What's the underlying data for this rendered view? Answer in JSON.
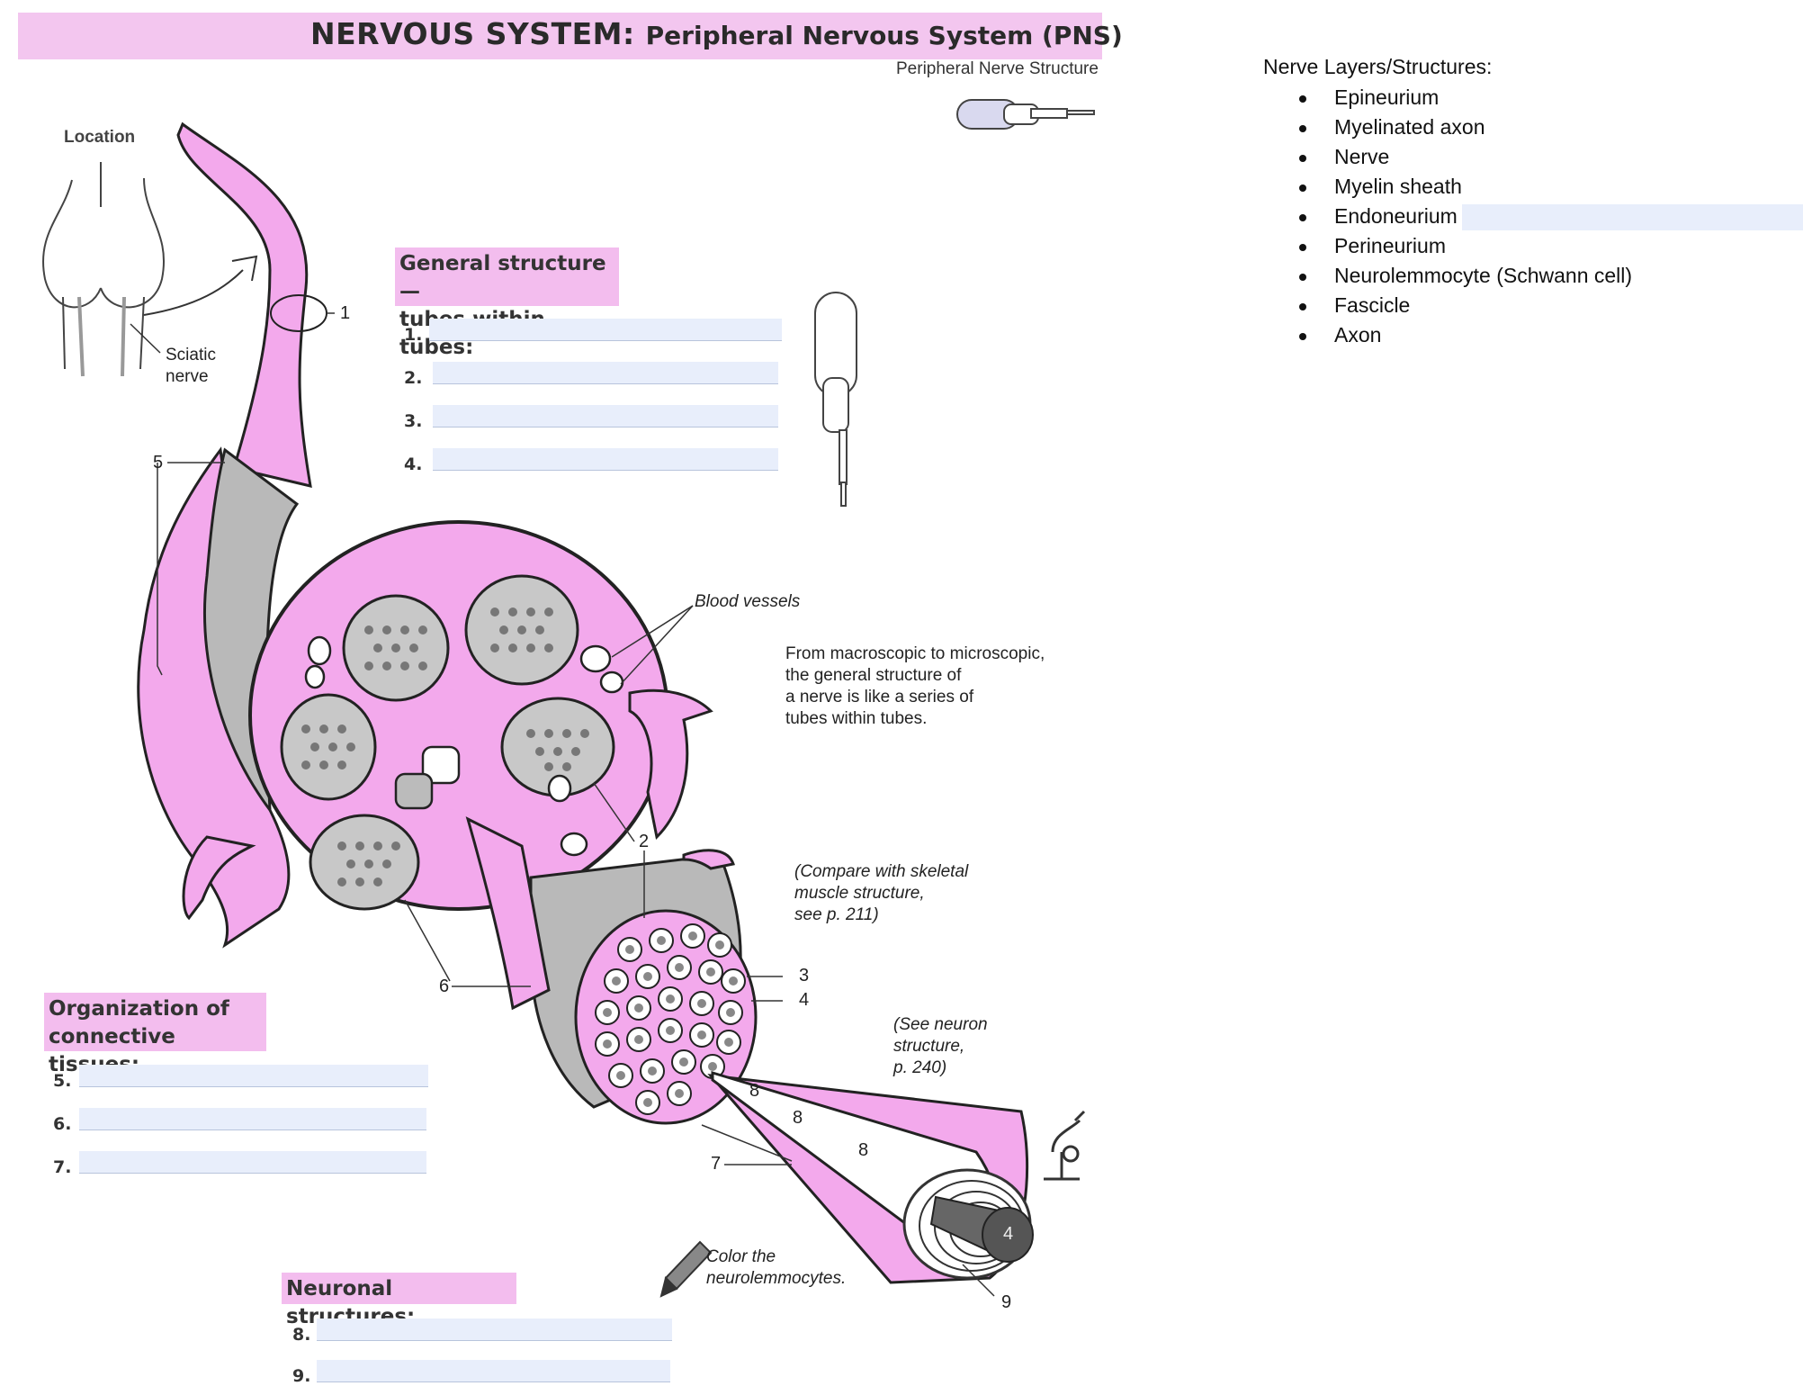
{
  "header": {
    "title_main": "NERVOUS SYSTEM:",
    "title_sub": "Peripheral Nervous System (PNS)",
    "subtitle": "Peripheral Nerve Structure"
  },
  "location": {
    "label": "Location",
    "sciatic_line1": "Sciatic",
    "sciatic_line2": "nerve"
  },
  "general_structure": {
    "heading_line1": "General structure—",
    "heading_line2": "tubes within tubes:",
    "items": [
      {
        "num": "1.",
        "value": ""
      },
      {
        "num": "2.",
        "value": ""
      },
      {
        "num": "3.",
        "value": ""
      },
      {
        "num": "4.",
        "value": ""
      }
    ]
  },
  "connective": {
    "heading_line1": "Organization of",
    "heading_line2": "connective tissues:",
    "items": [
      {
        "num": "5.",
        "value": ""
      },
      {
        "num": "6.",
        "value": ""
      },
      {
        "num": "7.",
        "value": ""
      }
    ]
  },
  "neuronal": {
    "heading": "Neuronal structures:",
    "items": [
      {
        "num": "8.",
        "value": ""
      },
      {
        "num": "9.",
        "value": ""
      }
    ]
  },
  "annotations": {
    "blood_vessels": "Blood vessels",
    "description": [
      "From macroscopic to microscopic,",
      "the general structure of",
      "a nerve is like a series of",
      "tubes within tubes."
    ],
    "compare": [
      "(Compare with skeletal",
      "muscle structure,",
      "see p. 211)"
    ],
    "see_neuron": [
      "(See neuron",
      "structure,",
      "p. 240)"
    ],
    "color_note": [
      "Color the",
      "neurolemmocytes."
    ]
  },
  "callouts": {
    "c1": "1",
    "c2": "2",
    "c3": "3",
    "c4": "4",
    "c4b": "4",
    "c5": "5",
    "c6": "6",
    "c7": "7",
    "c8a": "8",
    "c8b": "8",
    "c8c": "8",
    "c9": "9"
  },
  "word_bank": {
    "title": "Nerve Layers/Structures:",
    "terms": [
      "Epineurium",
      "Myelinated axon",
      "Nerve",
      "Myelin sheath",
      "Endoneurium",
      "Perineurium",
      "Neurolemmocyte (Schwann cell)",
      "Fascicle",
      "Axon"
    ]
  },
  "colors": {
    "pink_fill": "#f3a9ec",
    "pink_band": "#f3c6ef",
    "gray_fill": "#b9b9b9",
    "answer_fill": "#e8eefb"
  }
}
